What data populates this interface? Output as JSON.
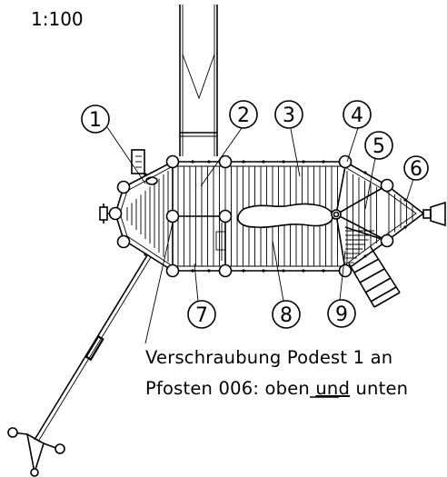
{
  "scale": "1:100",
  "callouts": [
    "1",
    "2",
    "3",
    "4",
    "5",
    "6",
    "7",
    "8",
    "9"
  ],
  "note": {
    "line1": "Verschraubung Podest 1 an",
    "line2_before": "Pfosten 006: oben ",
    "line2_underlined": "und",
    "line2_after": " unten"
  }
}
